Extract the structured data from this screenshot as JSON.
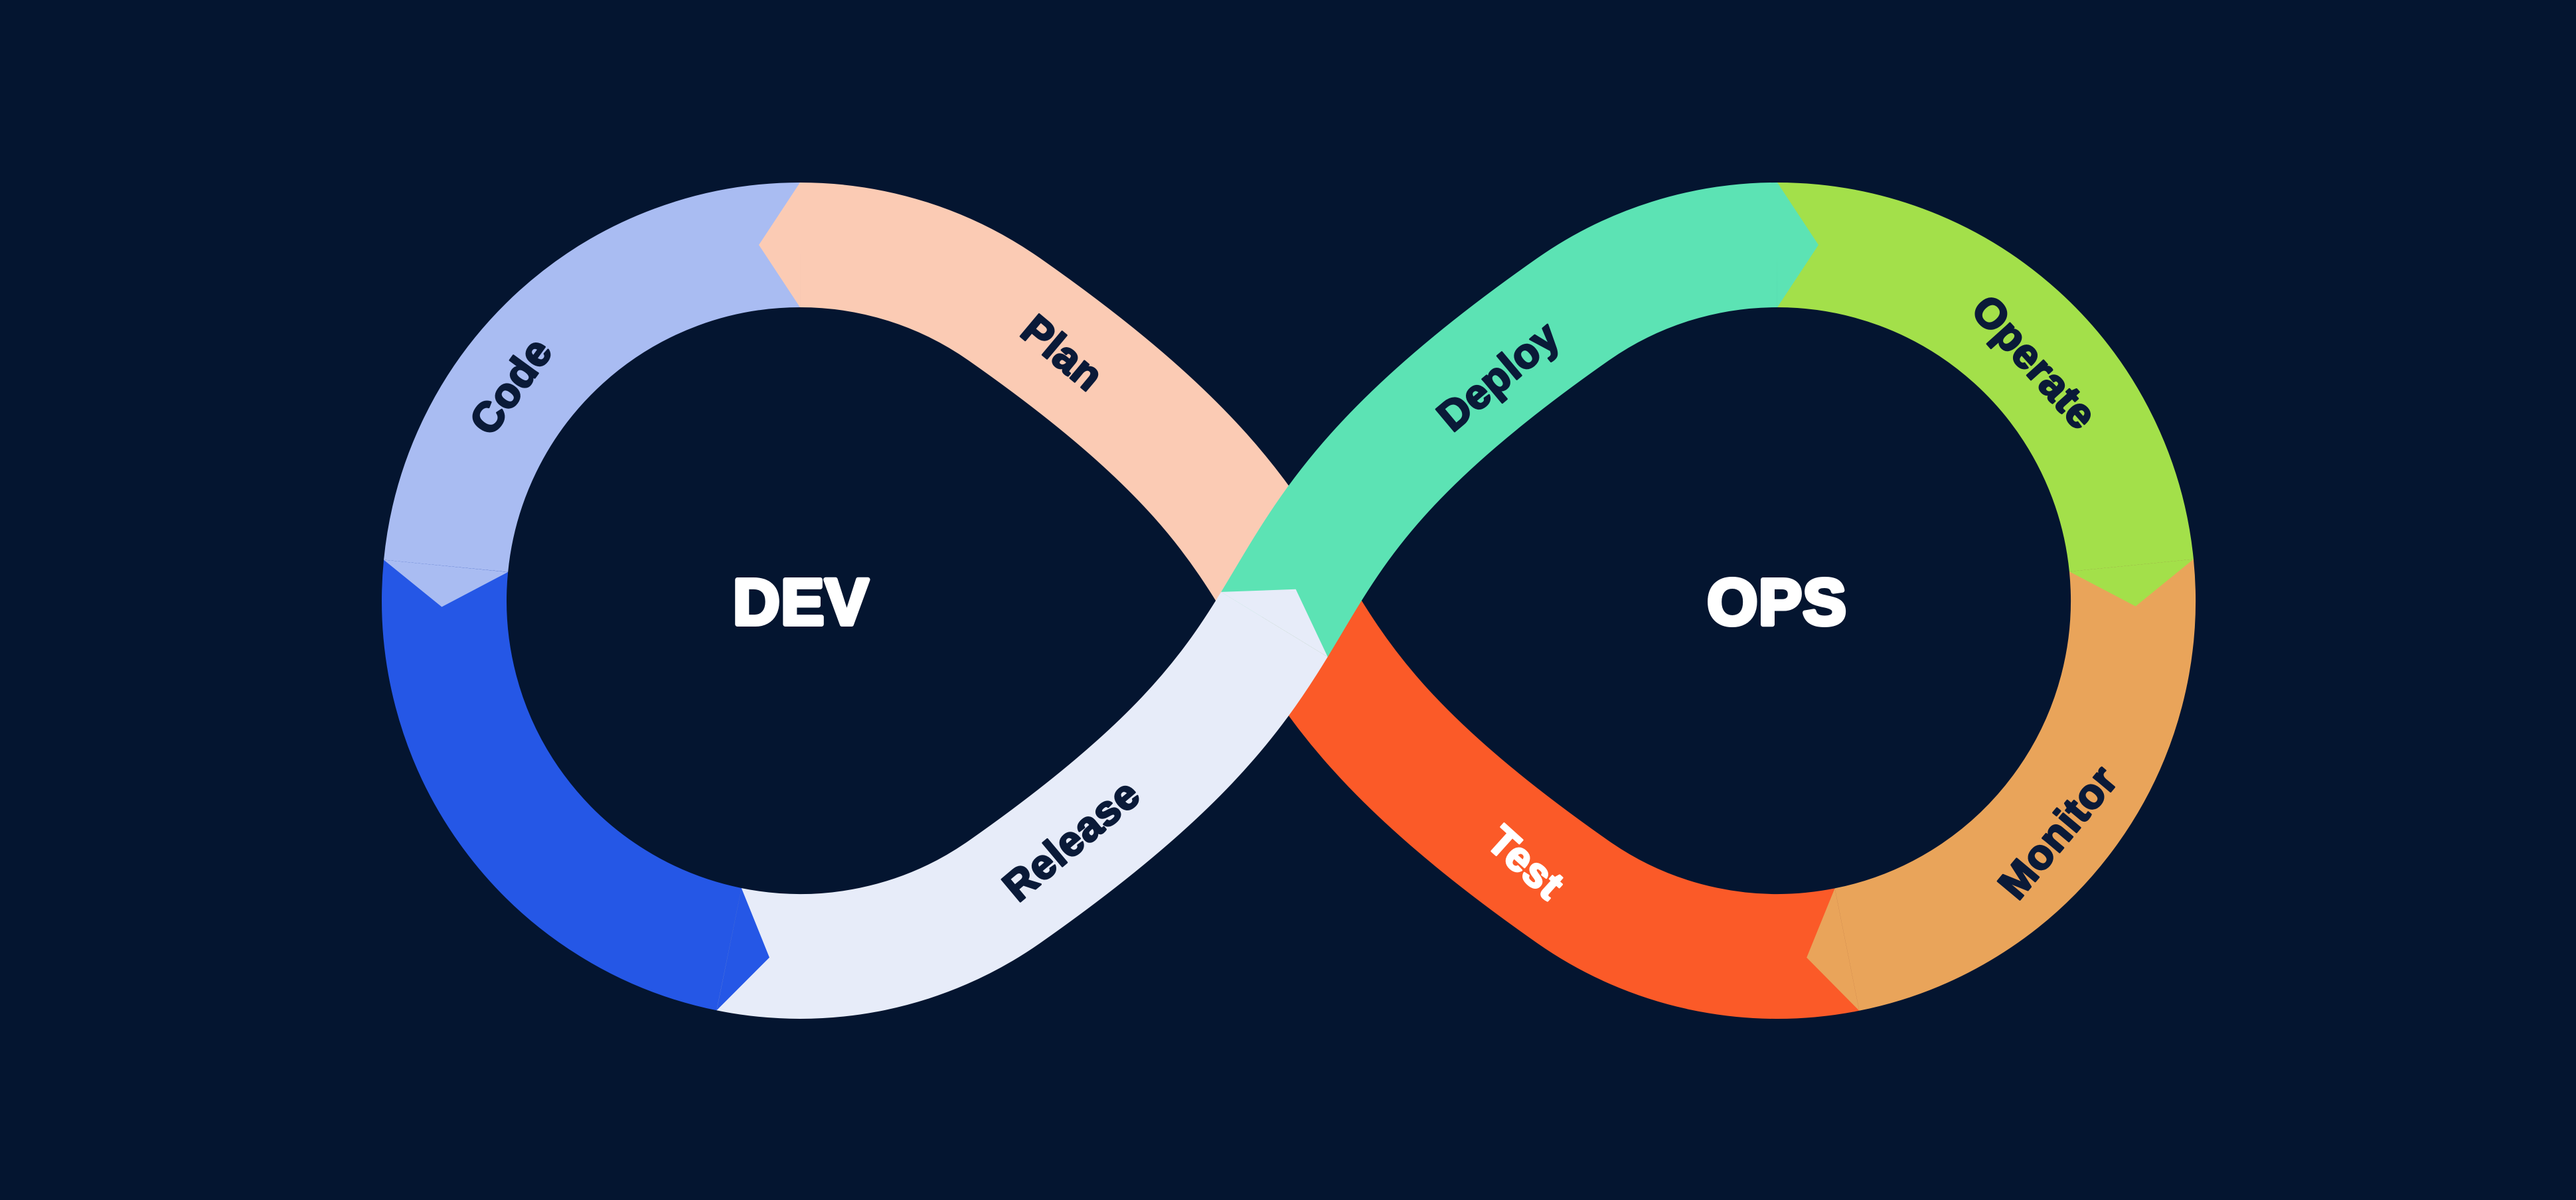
{
  "background_color": "#041530",
  "diagram": {
    "type": "devops-infinity-loop",
    "left_loop_label": "DEV",
    "right_loop_label": "OPS",
    "center_label_color": "#FFFFFF",
    "segments": [
      {
        "id": "plan",
        "label": "Plan",
        "color": "#FBCBB4",
        "label_color": "#0A1A38"
      },
      {
        "id": "code",
        "label": "Code",
        "color": "#A9BCF2",
        "label_color": "#0A1A38"
      },
      {
        "id": "build",
        "label": "",
        "color": "#2557E6",
        "label_color": "#0A1A38"
      },
      {
        "id": "release",
        "label": "Release",
        "color": "#E7ECF9",
        "label_color": "#0A1A38"
      },
      {
        "id": "deploy",
        "label": "Deploy",
        "color": "#5CE3B4",
        "label_color": "#0A1A38"
      },
      {
        "id": "operate",
        "label": "Operate",
        "color": "#A3E04A",
        "label_color": "#0A1A38"
      },
      {
        "id": "monitor",
        "label": "Monitor",
        "color": "#E9A45A",
        "label_color": "#0A1A38"
      },
      {
        "id": "test",
        "label": "Test",
        "color": "#FB5A28",
        "label_color": "#FFFFFF"
      }
    ],
    "flow_order": [
      "Plan",
      "Code",
      "Release",
      "Deploy",
      "Operate",
      "Monitor",
      "Test"
    ]
  }
}
